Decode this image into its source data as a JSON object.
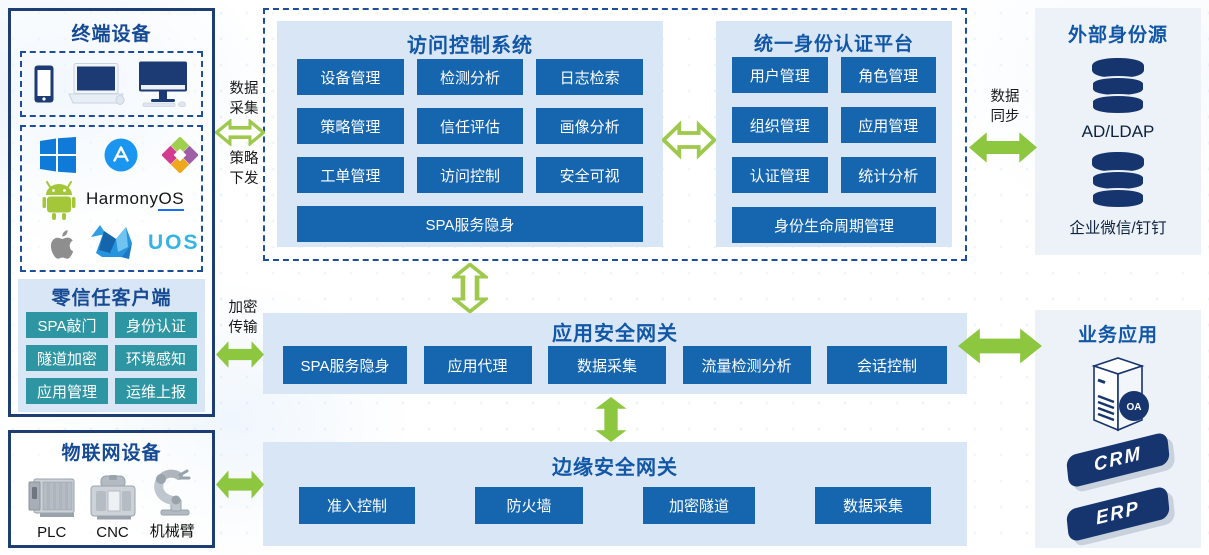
{
  "terminal": {
    "title": "终端设备",
    "os": {
      "harmony_1": "Harmony",
      "harmony_2": "OS",
      "uos": "UOS"
    },
    "client": {
      "title": "零信任客户端",
      "buttons": [
        "SPA敲门",
        "身份认证",
        "隧道加密",
        "环境感知",
        "应用管理",
        "运维上报"
      ]
    }
  },
  "iot": {
    "title": "物联网设备",
    "labels": [
      "PLC",
      "CNC",
      "机械臂"
    ]
  },
  "acs": {
    "title": "访问控制系统",
    "buttons": [
      "设备管理",
      "检测分析",
      "日志检索",
      "策略管理",
      "信任评估",
      "画像分析",
      "工单管理",
      "访问控制",
      "安全可视"
    ],
    "wide": "SPA服务隐身"
  },
  "idp": {
    "title": "统一身份认证平台",
    "buttons": [
      "用户管理",
      "角色管理",
      "组织管理",
      "应用管理",
      "认证管理",
      "统计分析"
    ],
    "wide": "身份生命周期管理"
  },
  "app_gw": {
    "title": "应用安全网关",
    "buttons": [
      "SPA服务隐身",
      "应用代理",
      "数据采集",
      "流量检测分析",
      "会话控制"
    ]
  },
  "edge_gw": {
    "title": "边缘安全网关",
    "buttons": [
      "准入控制",
      "防火墙",
      "加密隧道",
      "数据采集"
    ]
  },
  "ext_id": {
    "title": "外部身份源",
    "labels": [
      "AD/LDAP",
      "企业微信/钉钉"
    ]
  },
  "biz": {
    "title": "业务应用",
    "oa": "OA",
    "crm": "CRM",
    "erp": "ERP"
  },
  "arrows": {
    "collect": "数据\n采集",
    "dispatch": "策略\n下发",
    "sync": "数据\n同步",
    "encrypt": "加密\n传输"
  },
  "colors": {
    "accent_green": "#8dc63f",
    "button_blue": "#1565af",
    "teal": "#2e96a3",
    "navy_border": "#1e3d73",
    "title_blue": "#1257a7",
    "panel_light_blue": "#d8e6f6"
  }
}
